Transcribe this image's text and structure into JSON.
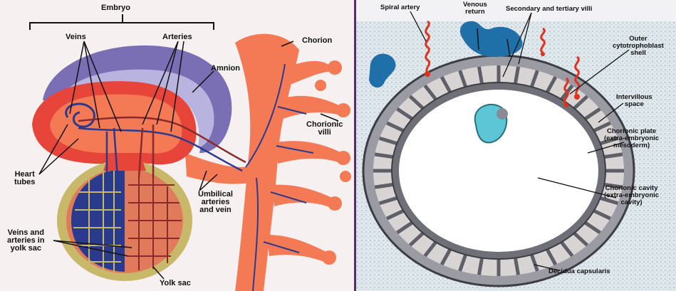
{
  "left_panel": {
    "labels": {
      "embryo": "Embryo",
      "veins": "Veins",
      "arteries": "Arteries",
      "amnion": "Amnion",
      "chorion": "Chorion",
      "chorionic_villi": "Chorionic\nvilli",
      "heart_tubes": "Heart\ntubes",
      "umbilical": "Umbilical\narteries\nand vein",
      "veins_arteries_yolk": "Veins and\narteries in\nyolk sac",
      "yolk_sac": "Yolk sac"
    },
    "colors": {
      "artery": "#e8453a",
      "tissue": "#f47a55",
      "vein": "#2a3a8c",
      "amnion": "#7a6fb5",
      "yolk": "#c8b86a"
    }
  },
  "right_panel": {
    "labels": {
      "spiral_artery": "Spiral artery",
      "venous_return": "Venous\nreturn",
      "villi": "Secondary and tertiary villi",
      "outer_shell": "Outer\ncytotrophoblast\nshell",
      "intervillous": "Intervillous\nspace",
      "chorionic_plate": "Chorionic plate\n(extra-embryonic\nmesoderm)",
      "chorionic_cavity": "Chorionic cavity\n(extra-embryonic\ncavity)",
      "decidua": "Decidua capsularis"
    },
    "colors": {
      "artery": "#e0301e",
      "venous": "#1f6fa8",
      "wall": "#6f6f78",
      "cavity": "#ffffff",
      "embryo": "#5cc6d6"
    }
  }
}
